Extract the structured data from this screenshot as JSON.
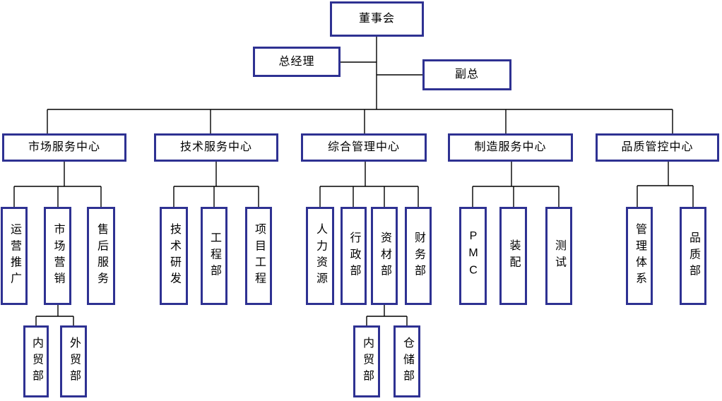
{
  "org": {
    "root": {
      "label": "董事会"
    },
    "executives": [
      {
        "label": "总经理"
      },
      {
        "label": "副总"
      }
    ],
    "centers": [
      {
        "label": "市场服务中心",
        "departments": [
          {
            "label": "运营推广"
          },
          {
            "label": "市场营销",
            "sub": [
              {
                "label": "内贸部"
              },
              {
                "label": "外贸部"
              }
            ]
          },
          {
            "label": "售后服务"
          }
        ]
      },
      {
        "label": "技术服务中心",
        "departments": [
          {
            "label": "技术研发"
          },
          {
            "label": "工程部"
          },
          {
            "label": "项目工程"
          }
        ]
      },
      {
        "label": "综合管理中心",
        "departments": [
          {
            "label": "人力资源"
          },
          {
            "label": "行政部"
          },
          {
            "label": "资材部",
            "sub": [
              {
                "label": "内贸部"
              },
              {
                "label": "仓储部"
              }
            ]
          },
          {
            "label": "财务部"
          }
        ]
      },
      {
        "label": "制造服务中心",
        "departments": [
          {
            "label": "PMC"
          },
          {
            "label": "装配"
          },
          {
            "label": "测试"
          }
        ]
      },
      {
        "label": "品质管控中心",
        "departments": [
          {
            "label": "管理体系"
          },
          {
            "label": "品质部"
          }
        ]
      }
    ],
    "colors": {
      "box_border": "#2e3192",
      "connector_line": "#000000",
      "text": "#000000",
      "background": "#ffffff"
    }
  }
}
